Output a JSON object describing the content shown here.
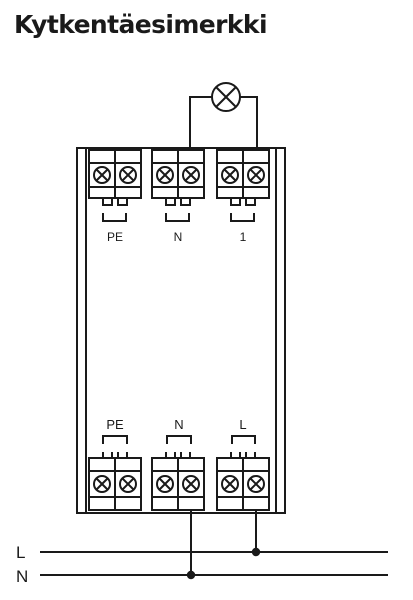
{
  "title": "Kytkentäesimerkki",
  "top_terminals": [
    {
      "label": "PE"
    },
    {
      "label": "N"
    },
    {
      "label": "1"
    }
  ],
  "bottom_terminals": [
    {
      "label": "PE"
    },
    {
      "label": "N"
    },
    {
      "label": "L"
    }
  ],
  "supply_lines": [
    {
      "label": "L"
    },
    {
      "label": "N"
    }
  ],
  "colors": {
    "line": "#1a1a1a",
    "background": "#ffffff"
  }
}
